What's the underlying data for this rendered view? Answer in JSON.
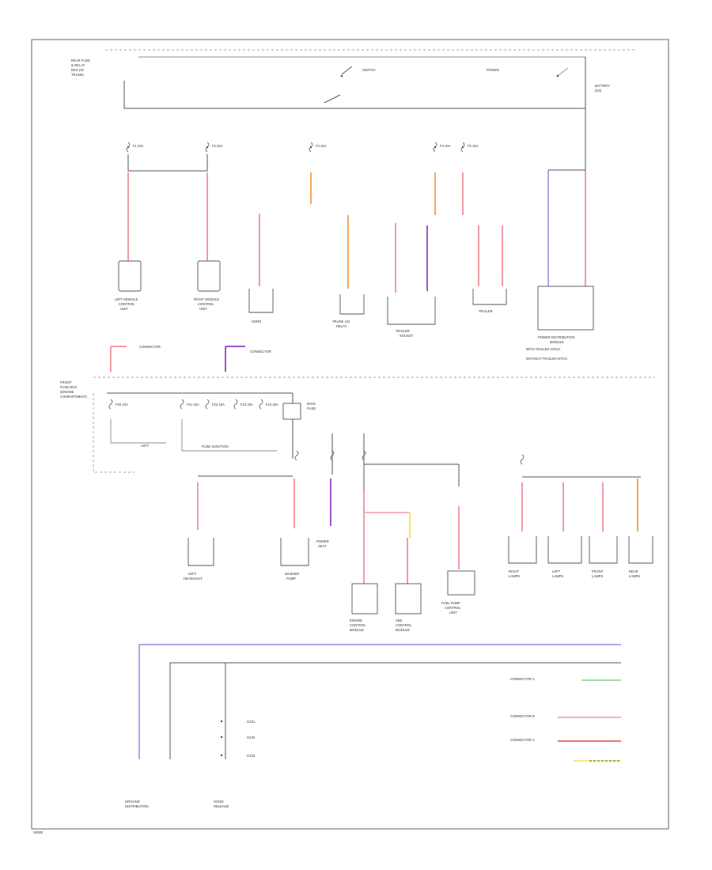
{
  "footer_code": "S0000",
  "colors": {
    "red": "#f49aa6",
    "orange": "#f6a65a",
    "violet": "#a054c8",
    "blue": "#a9a9f0",
    "green": "#7fd77f",
    "red_dark": "#e8453c",
    "yellow": "#f2e45a",
    "black": "#555555"
  },
  "labels": {
    "relay_box": [
      "REAR FUSE",
      "& RELAY",
      "BOX (IN",
      "TRUNK)"
    ],
    "battery": [
      "BATTERY",
      "(G2)"
    ],
    "fuses_top": [
      "F1 20A",
      "F2 25A",
      "F3 15A",
      "F4 10A",
      "F5 15A"
    ],
    "comp_left_module": [
      "LEFT MODULE",
      "CONTROL",
      "UNIT"
    ],
    "comp_right_module": [
      "RIGHT MODULE",
      "CONTROL",
      "UNIT"
    ],
    "comp_horn": [
      "HORN"
    ],
    "comp_relay": [
      "TRUNK LID",
      "RELAY"
    ],
    "comp_trailer": [
      "TRAILER",
      "SOCKET"
    ],
    "comp_pdu": [
      "POWER DISTRIBUTION",
      "MODULE"
    ],
    "note_1": "WITH TRAILER HITCH",
    "note_2": "WITHOUT TRAILER HITCH",
    "front_box": [
      "FRONT",
      "FUSE BOX",
      "(ENGINE",
      "COMPARTMENT)"
    ],
    "fuses_mid": [
      "F20 10A",
      "F21 15A",
      "F22 15A",
      "F23 20A",
      "F24 25A"
    ],
    "fuse_junction": "FUSE JUNCTION",
    "main_fuse": [
      "MAIN",
      "FUSE"
    ],
    "comp_left_head": [
      "LEFT",
      "HEADLIGHT"
    ],
    "comp_washer": [
      "WASHER",
      "PUMP"
    ],
    "comp_power_seat": [
      "POWER",
      "SEAT"
    ],
    "comp_engine_ecu": [
      "ENGINE",
      "CONTROL",
      "MODULE"
    ],
    "comp_abs": [
      "ABS",
      "CONTROL",
      "MODULE"
    ],
    "comp_fuel_pump": [
      "FUEL PUMP",
      "CONTROL",
      "UNIT"
    ],
    "comp_right_lamps": [
      "RIGHT",
      "LAMPS"
    ],
    "comp_left_lamps": [
      "LEFT",
      "LAMPS"
    ],
    "comp_front_lamps": [
      "FRONT",
      "LAMPS"
    ],
    "comp_rear_lamps": [
      "REAR",
      "LAMPS"
    ],
    "bottom_left_1": [
      "GROUND",
      "DISTRIBUTION"
    ],
    "bottom_left_2": [
      "HOOD",
      "RELEASE"
    ],
    "right_connectors": [
      "CONNECTOR A",
      "CONNECTOR B",
      "CONNECTOR C"
    ],
    "ground_labels": [
      "G101",
      "G102",
      "G103"
    ]
  }
}
